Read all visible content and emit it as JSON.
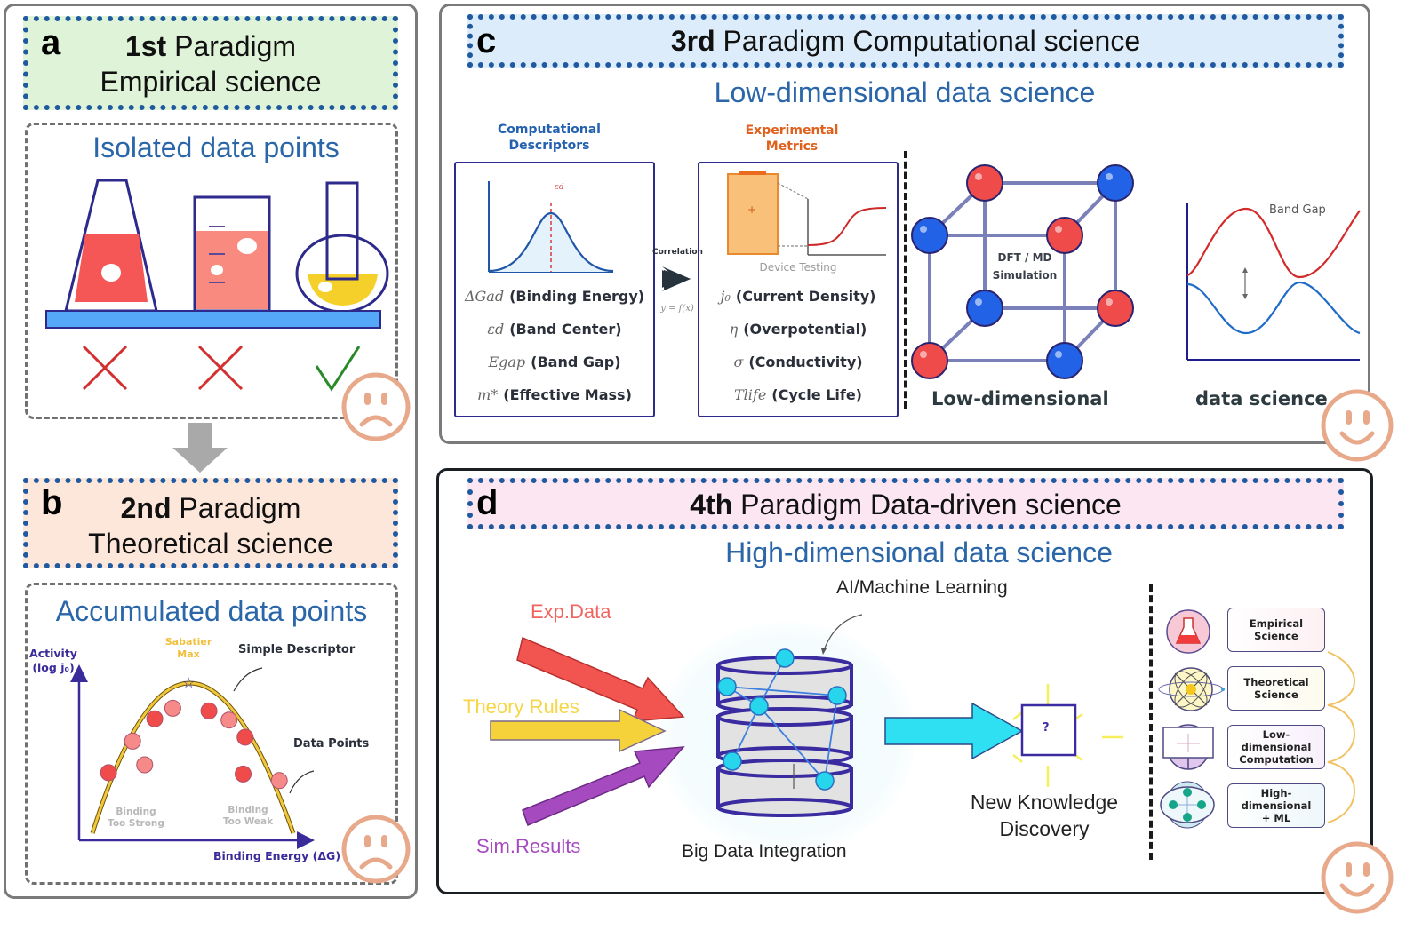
{
  "panels": {
    "a": {
      "letter": "a",
      "title_bold": "1st",
      "title_rest": " Paradigm",
      "title_line2": "Empirical science",
      "header_color": "#dff3d8",
      "subtitle": "Isolated data points",
      "marks": [
        "cross",
        "cross",
        "check"
      ],
      "mood": "sad-face-icon"
    },
    "b": {
      "letter": "b",
      "title_bold": "2nd",
      "title_rest": " Paradigm",
      "title_line2": "Theoretical science",
      "header_color": "#fde7da",
      "subtitle": "Accumulated data points",
      "plot": {
        "y_label_line1": "Activity",
        "y_label_line2": "(log j₀)",
        "x_label": "Binding Energy (ΔG)",
        "peak_label_line1": "Sabatier",
        "peak_label_line2": "Max",
        "curve_label": "Simple Descriptor",
        "points_label": "Data Points",
        "left_region_line1": "Binding",
        "left_region_line2": "Too Strong",
        "right_region_line1": "Binding",
        "right_region_line2": "Too Weak",
        "points": [
          {
            "x": 0.08,
            "y": 0.46,
            "tone": "dark"
          },
          {
            "x": 0.2,
            "y": 0.7,
            "tone": "light"
          },
          {
            "x": 0.26,
            "y": 0.52,
            "tone": "light"
          },
          {
            "x": 0.31,
            "y": 0.87,
            "tone": "dark"
          },
          {
            "x": 0.4,
            "y": 0.95,
            "tone": "light"
          },
          {
            "x": 0.58,
            "y": 0.93,
            "tone": "dark"
          },
          {
            "x": 0.68,
            "y": 0.86,
            "tone": "light"
          },
          {
            "x": 0.76,
            "y": 0.73,
            "tone": "dark"
          },
          {
            "x": 0.75,
            "y": 0.45,
            "tone": "dark"
          },
          {
            "x": 0.93,
            "y": 0.4,
            "tone": "light"
          }
        ]
      },
      "mood": "sad-face-icon"
    },
    "c": {
      "letter": "c",
      "title_bold": "3rd",
      "title_rest": " Paradigm Computational science",
      "header_color": "#ddecfa",
      "subtitle": "Low-dimensional data science",
      "descriptors": {
        "heading_line1": "Computational",
        "heading_line2": "Descriptors",
        "peak_symbol": "εd",
        "rows": [
          {
            "symbol": "ΔGad",
            "label": "(Binding Energy)"
          },
          {
            "symbol": "εd",
            "label": "(Band Center)"
          },
          {
            "symbol": "Egap",
            "label": "(Band Gap)"
          },
          {
            "symbol": "m*",
            "label": "(Effective Mass)"
          }
        ]
      },
      "correlation_label": "Correlation",
      "correlation_formula": "y = f(x)",
      "metrics": {
        "heading_line1": "Experimental",
        "heading_line2": "Metrics",
        "device_caption": "Device Testing",
        "rows": [
          {
            "symbol": "j₀",
            "label": "(Current Density)"
          },
          {
            "symbol": "η",
            "label": "(Overpotential)"
          },
          {
            "symbol": "σ",
            "label": "(Conductivity)"
          },
          {
            "symbol": "Tlife",
            "label": "(Cycle Life)"
          }
        ]
      },
      "cube_label_line1": "DFT / MD",
      "cube_label_line2": "Simulation",
      "band_gap_label": "Band Gap",
      "caption_left": "Low-dimensional",
      "caption_right": "data science",
      "mood": "happy-face-icon"
    },
    "d": {
      "letter": "d",
      "title_bold": "4th",
      "title_rest": " Paradigm Data-driven science",
      "header_color": "#fce6f2",
      "subtitle": "High-dimensional data science",
      "inputs": [
        {
          "label": "Exp.Data",
          "color": "#f2544f"
        },
        {
          "label": "Theory Rules",
          "color": "#f6d23a"
        },
        {
          "label": "Sim.Results",
          "color": "#a64bbf"
        }
      ],
      "ml_label": "AI/Machine Learning",
      "big_data_label": "Big Data Integration",
      "unknown_symbol": "?",
      "discovery_line1": "New Knowledge",
      "discovery_line2": "Discovery",
      "paradigm_list": [
        {
          "line1": "Empirical",
          "line2": "Science",
          "tint": "#fdf0f3"
        },
        {
          "line1": "Theoretical",
          "line2": "Science",
          "tint": "#fdfbee"
        },
        {
          "line1": "Low-dimensional",
          "line2": "Computation",
          "tint": "#f8f0fb"
        },
        {
          "line1": "High-dimensional",
          "line2": "+ ML",
          "tint": "#eef7fb"
        }
      ],
      "mood": "happy-face-icon"
    }
  },
  "colors": {
    "header_dots": "#1f5aa0",
    "subtitle": "#2a66a8",
    "face": "#e8a98a",
    "red_atom": "#ef4b4b",
    "blue_atom": "#2162e6"
  }
}
